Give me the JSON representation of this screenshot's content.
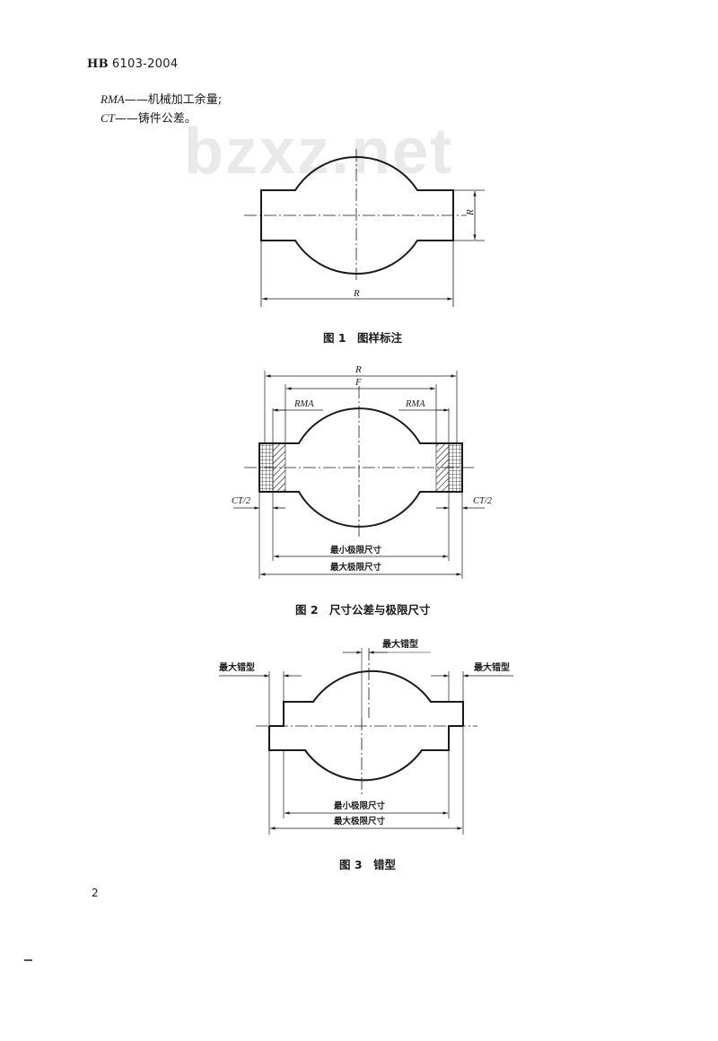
{
  "header": {
    "prefix": "HB",
    "code": "6103-2004"
  },
  "definitions": [
    {
      "symbol": "RMA",
      "dash": "——",
      "text": "机械加工余量;"
    },
    {
      "symbol": "CT",
      "dash": "——",
      "text": "铸件公差。"
    }
  ],
  "watermark": "bzxz.net",
  "figure1": {
    "caption": "图 1　图样标注",
    "label_r_vertical": "R",
    "label_r_bottom": "R"
  },
  "figure2": {
    "caption": "图 2　尺寸公差与极限尺寸",
    "label_r": "R",
    "label_f": "F",
    "label_rma_left": "RMA",
    "label_rma_right": "RMA",
    "label_ct_left": "CT/2",
    "label_ct_right": "CT/2",
    "label_min": "最小极限尺寸",
    "label_max": "最大极限尺寸"
  },
  "figure3": {
    "caption": "图 3　错型",
    "label_top": "最大错型",
    "label_left": "最大错型",
    "label_right": "最大错型",
    "label_min": "最小极限尺寸",
    "label_max": "最大极限尺寸"
  },
  "page_number": "2"
}
